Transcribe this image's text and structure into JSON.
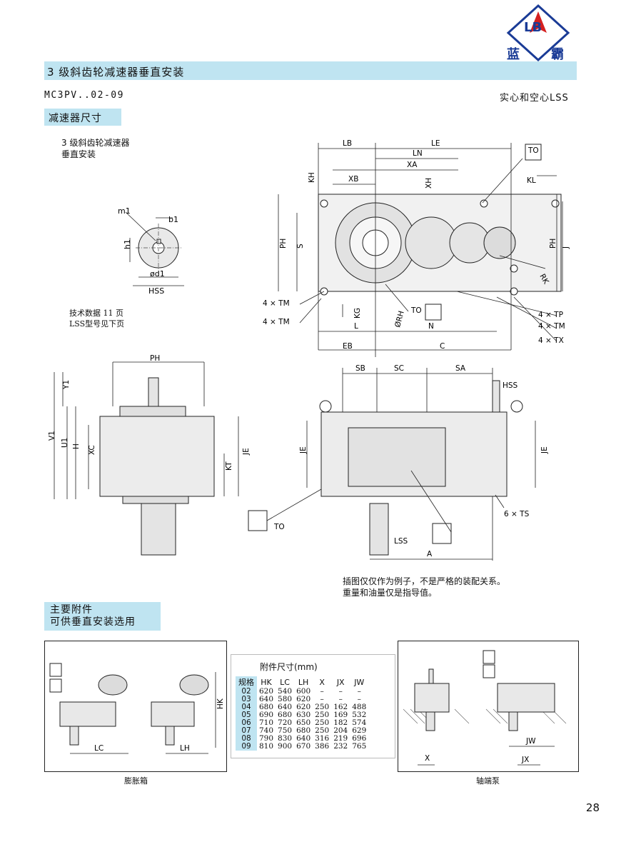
{
  "header": {
    "logo_letters": "LB",
    "logo_chinese_left": "蓝",
    "logo_chinese_right": "霸",
    "title": "3 级斜齿轮减速器垂直安装"
  },
  "model": "MC3PV..02-09",
  "shaft_type": "实心和空心LSS",
  "section_title": "减速器尺寸",
  "intro_line1": "3 级斜齿轮减速器",
  "intro_line2": "垂直安装",
  "tech_note_line1": "技术数据 11 页",
  "tech_note_line2": "LSS型号见下页",
  "shaft_labels": {
    "m1": "m1",
    "b1": "b1",
    "h1": "h1",
    "d1": "ød1",
    "hss": "HSS"
  },
  "top_view_labels": {
    "lb": "LB",
    "le": "LE",
    "ln": "LN",
    "xa": "XA",
    "xb": "XB",
    "xh": "XH",
    "kh": "KH",
    "to": "TO",
    "kl": "KL",
    "ph": "PH",
    "s": "S",
    "j": "J",
    "rk": "RK",
    "tm4a": "4 × TM",
    "tm4b": "4 × TM",
    "kg": "KG",
    "rh": "ØRH",
    "to2": "TO",
    "tp4": "4 × TP",
    "tm4c": "4 × TM",
    "tx4": "4 × TX",
    "l": "L",
    "n": "N",
    "eb": "EB",
    "c": "C"
  },
  "side_view_labels": {
    "ph": "PH",
    "y1": "Y1",
    "v1": "V1",
    "u1": "U1",
    "h": "H",
    "xc": "XC",
    "kt": "KT",
    "je": "JE"
  },
  "front_view_labels": {
    "sb": "SB",
    "sc": "SC",
    "sa": "SA",
    "hss": "HSS",
    "je_left": "JE",
    "je_right": "JE",
    "ts6": "6 × TS",
    "to": "TO",
    "lss": "LSS",
    "a": "A"
  },
  "notes": {
    "line1": "插图仅仅作为例子，不是严格的装配关系。",
    "line2": "重量和油量仅是指导值。"
  },
  "accessories": {
    "title_line1": "主要附件",
    "title_line2": "可供垂直安装选用",
    "left_caption": "膨胀箱",
    "right_caption": "轴端泵",
    "left_dims": {
      "lc": "LC",
      "lh": "LH",
      "hk": "HK"
    },
    "right_dims": {
      "jw": "JW",
      "x": "X",
      "jx": "JX"
    }
  },
  "table": {
    "title": "附件尺寸(mm)",
    "headers": [
      "规格",
      "HK",
      "LC",
      "LH",
      "X",
      "JX",
      "JW"
    ],
    "rows": [
      [
        "02",
        "620",
        "540",
        "600",
        "–",
        "–",
        "–"
      ],
      [
        "03",
        "640",
        "580",
        "620",
        "–",
        "–",
        "–"
      ],
      [
        "04",
        "680",
        "640",
        "620",
        "250",
        "162",
        "488"
      ],
      [
        "05",
        "690",
        "680",
        "630",
        "250",
        "169",
        "532"
      ],
      [
        "06",
        "710",
        "720",
        "650",
        "250",
        "182",
        "574"
      ],
      [
        "07",
        "740",
        "750",
        "680",
        "250",
        "204",
        "629"
      ],
      [
        "08",
        "790",
        "830",
        "640",
        "316",
        "219",
        "696"
      ],
      [
        "09",
        "810",
        "900",
        "670",
        "386",
        "232",
        "765"
      ]
    ]
  },
  "page_number": "28",
  "colors": {
    "accent_bar": "#bfe4f1",
    "logo_blue": "#1a3b96",
    "logo_red": "#d42020"
  }
}
